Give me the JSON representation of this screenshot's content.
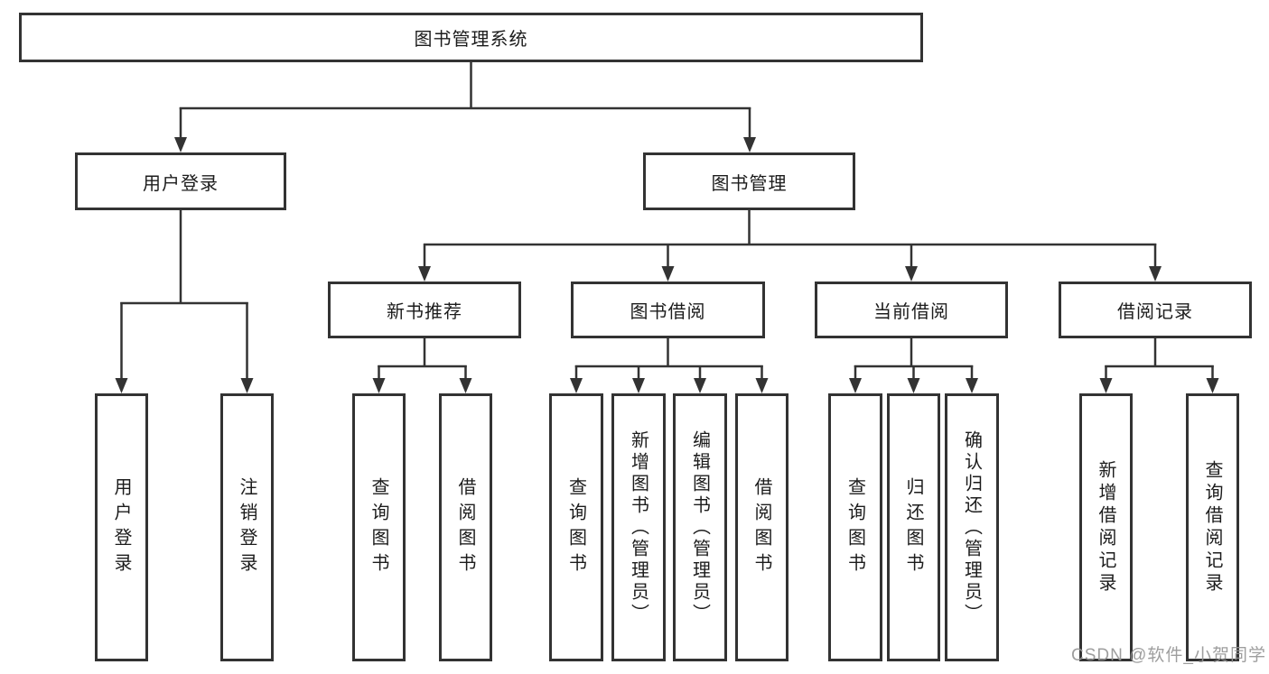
{
  "diagram": {
    "root": {
      "label": "图书管理系统"
    },
    "level2": [
      {
        "label": "用户登录"
      },
      {
        "label": "图书管理"
      }
    ],
    "level3": [
      {
        "label": "新书推荐",
        "parent": "图书管理"
      },
      {
        "label": "图书借阅",
        "parent": "图书管理"
      },
      {
        "label": "当前借阅",
        "parent": "图书管理"
      },
      {
        "label": "借阅记录",
        "parent": "图书管理"
      }
    ],
    "leaves": [
      {
        "label": "用户登录",
        "parent": "用户登录"
      },
      {
        "label": "注销登录",
        "parent": "用户登录"
      },
      {
        "label": "查询图书",
        "parent": "新书推荐"
      },
      {
        "label": "借阅图书",
        "parent": "新书推荐"
      },
      {
        "label": "查询图书",
        "parent": "图书借阅"
      },
      {
        "label": "新增图书（管理员）",
        "parent": "图书借阅"
      },
      {
        "label": "编辑图书（管理员）",
        "parent": "图书借阅"
      },
      {
        "label": "借阅图书",
        "parent": "图书借阅"
      },
      {
        "label": "查询图书",
        "parent": "当前借阅"
      },
      {
        "label": "归还图书",
        "parent": "当前借阅"
      },
      {
        "label": "确认归还（管理员）",
        "parent": "当前借阅"
      },
      {
        "label": "新增借阅记录",
        "parent": "借阅记录"
      },
      {
        "label": "查询借阅记录",
        "parent": "借阅记录"
      }
    ]
  },
  "watermark": {
    "text": "CSDN @软件_小贺同学"
  },
  "colors": {
    "background": "#ffffff",
    "line": "#333333",
    "box_border": "#333333",
    "text": "#1c1c1c",
    "watermark": "#949494"
  }
}
